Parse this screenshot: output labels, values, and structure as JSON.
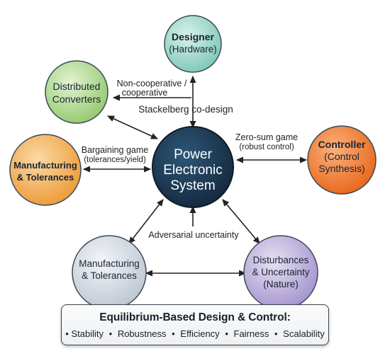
{
  "nodes": {
    "designer": {
      "line1": "Designer",
      "line2": "(Hardware)"
    },
    "distributed": {
      "line1": "Distributed",
      "line2": "Converters"
    },
    "manufacturing_left": {
      "line1": "Manufacturing",
      "line2": "& Tolerances"
    },
    "center": {
      "line1": "Power",
      "line2": "Electronic",
      "line3": "System"
    },
    "controller": {
      "line1": "Controller",
      "line2": "(Control",
      "line3": "Synthesis)"
    },
    "manufacturing_bottom": {
      "line1": "Manufacturing",
      "line2": "& Tolerances"
    },
    "disturbances": {
      "line1": "Disturbances",
      "line2": "& Uncertainty",
      "line3": "(Nature)"
    }
  },
  "edge_labels": {
    "noncoop_line1": "Non-cooperative /",
    "noncoop_line2": "cooperative",
    "stackelberg": "Stackelberg co-design",
    "bargaining_line1": "Bargaining game",
    "bargaining_line2": "(tolerances/yield)",
    "zerosum_line1": "Zero-sum game",
    "zerosum_line2": "(robust control)",
    "adversarial": "Adversarial uncertainty"
  },
  "summary": {
    "title": "Equilibrium-Based Design & Control:",
    "items": [
      "Stability",
      "Robustness",
      "Efficiency",
      "Fairness",
      "Scalability"
    ],
    "bullet": "•"
  },
  "colors": {
    "designer": "#8fd3c4",
    "distributed": "#a9d68a",
    "manufacturing_left": "#f3a94d",
    "center": "#1f3a55",
    "controller": "#f07a2f",
    "manufacturing_bottom": "#cfd6e0",
    "disturbances": "#b7a9d6"
  }
}
